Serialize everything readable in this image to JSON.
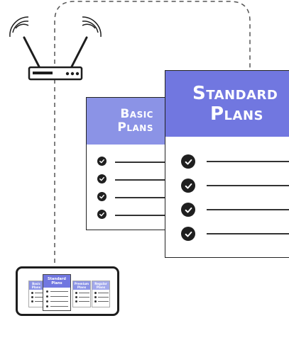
{
  "plans": {
    "basic": {
      "line1": "Basic",
      "line2": "Plans"
    },
    "standard": {
      "line1": "Standard",
      "line2": "Plans"
    }
  },
  "phone_screen": {
    "cards": [
      {
        "line1": "Basic",
        "line2": "Plans"
      },
      {
        "line1": "Standard",
        "line2": "Plans"
      },
      {
        "line1": "Premium",
        "line2": "Plans"
      },
      {
        "line1": "Regular",
        "line2": "Plans"
      }
    ]
  },
  "icons": [
    "router-icon",
    "smartphone-icon",
    "checkmark-icon"
  ],
  "colors": {
    "basic_header": "#8b93e6",
    "standard_header": "#7177e0",
    "ink": "#1f1f1f"
  }
}
